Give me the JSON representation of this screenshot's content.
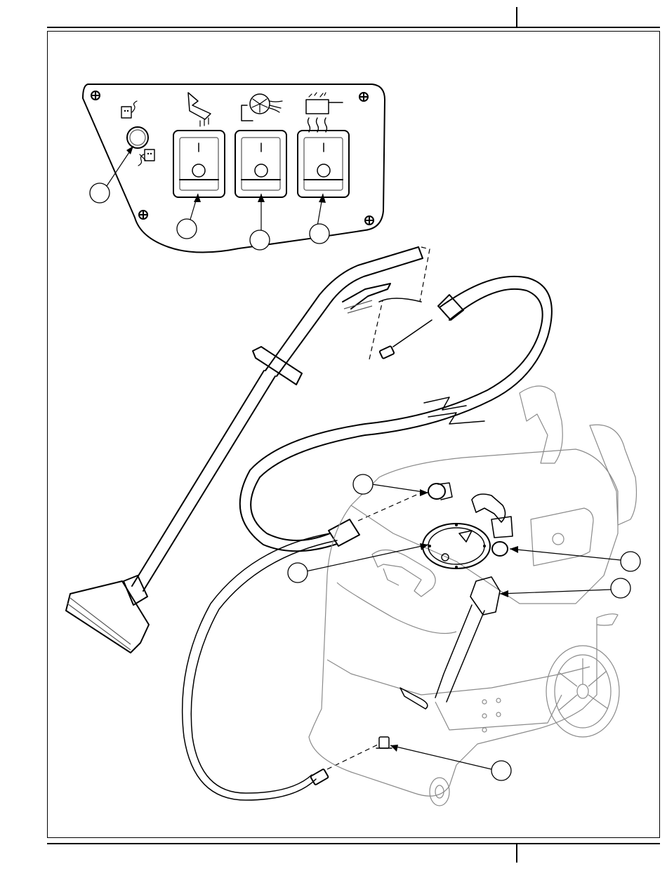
{
  "page": {
    "header_left": "",
    "header_right": "",
    "footer_left": "",
    "footer_right": ""
  },
  "control_panel": {
    "switches": [
      {
        "name": "wand-spray-switch",
        "icon": "spray-wand-icon"
      },
      {
        "name": "vacuum-switch",
        "icon": "vacuum-motor-icon"
      },
      {
        "name": "heater-switch",
        "icon": "heater-icon"
      }
    ],
    "indicator_icon": "outlet-plug-icon"
  },
  "callouts": [
    {
      "name": "callout-indicator-light",
      "label": ""
    },
    {
      "name": "callout-switch-1",
      "label": ""
    },
    {
      "name": "callout-switch-2",
      "label": ""
    },
    {
      "name": "callout-switch-3",
      "label": ""
    },
    {
      "name": "callout-vacuum-port",
      "label": ""
    },
    {
      "name": "callout-tank-lid",
      "label": ""
    },
    {
      "name": "callout-drain-valve",
      "label": ""
    },
    {
      "name": "callout-hose-clip",
      "label": ""
    },
    {
      "name": "callout-solution-fitting",
      "label": ""
    }
  ],
  "colors": {
    "line": "#000000",
    "shade": "#8a8a8a",
    "paper": "#ffffff"
  }
}
